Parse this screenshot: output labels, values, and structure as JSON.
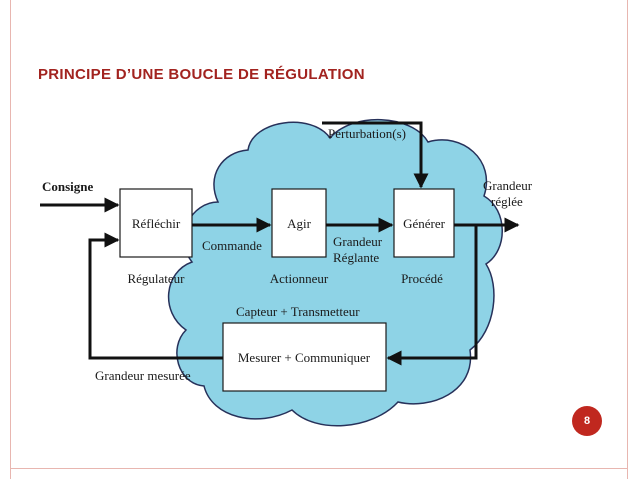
{
  "slide": {
    "title": "PRINCIPE D’UNE BOUCLE DE RÉGULATION",
    "page_number": "8"
  },
  "diagram": {
    "consigne": "Consigne",
    "perturbation": "Perturbation(s)",
    "output_line1": "Grandeur",
    "output_line2": "réglée",
    "block_reflechir": "Réfléchir",
    "label_regulateur": "Régulateur",
    "label_commande": "Commande",
    "block_agir": "Agir",
    "label_actionneur": "Actionneur",
    "grandeur_reglante_line1": "Grandeur",
    "grandeur_reglante_line2": "Réglante",
    "block_generer": "Générer",
    "label_procede": "Procédé",
    "label_capteur": "Capteur + Transmetteur",
    "block_mesurer": "Mesurer + Communiquer",
    "label_grandeur_mesuree": "Grandeur mesurée",
    "colors": {
      "cloud_fill": "#8ed3e6",
      "title": "#a2231f",
      "badge": "#c0281f"
    }
  }
}
